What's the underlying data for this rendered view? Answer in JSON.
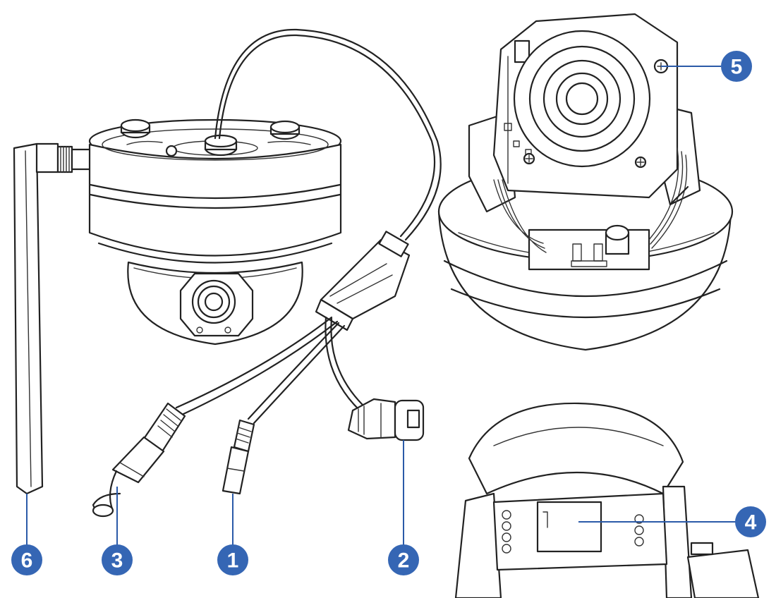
{
  "callouts": [
    {
      "id": "1",
      "label": "1",
      "color": "#3566b4"
    },
    {
      "id": "2",
      "label": "2",
      "color": "#3566b4"
    },
    {
      "id": "3",
      "label": "3",
      "color": "#3566b4"
    },
    {
      "id": "4",
      "label": "4",
      "color": "#3566b4"
    },
    {
      "id": "5",
      "label": "5",
      "color": "#3566b4"
    },
    {
      "id": "6",
      "label": "6",
      "color": "#3566b4"
    }
  ],
  "colors": {
    "ink": "#222222",
    "callout": "#3566b4",
    "background": "#ffffff"
  }
}
